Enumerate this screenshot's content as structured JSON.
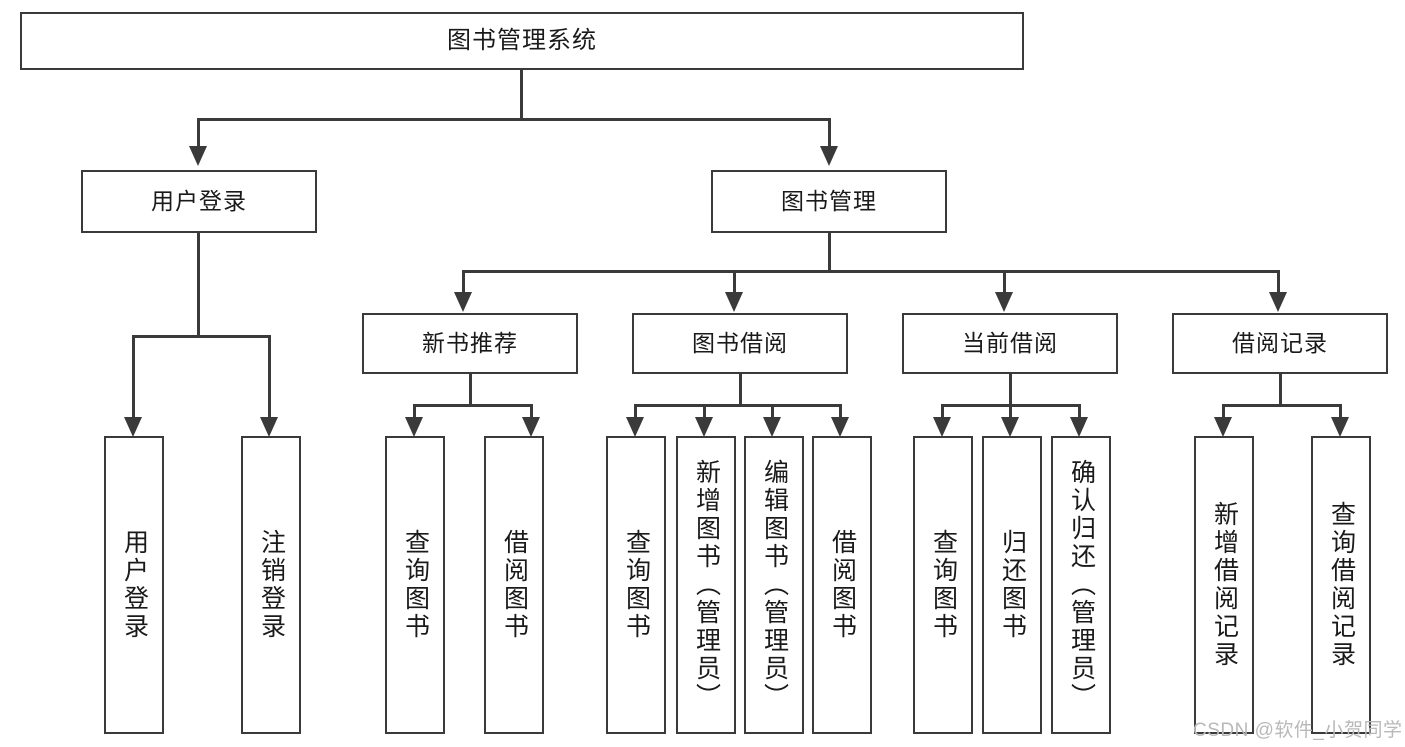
{
  "diagram": {
    "title": "图书管理系统",
    "type": "hierarchical-tree",
    "root": {
      "id": "root",
      "label": "图书管理系统"
    },
    "level2": [
      {
        "id": "user-login",
        "label": "用户登录"
      },
      {
        "id": "book-manage",
        "label": "图书管理"
      }
    ],
    "level3": [
      {
        "id": "new-book-recommend",
        "label": "新书推荐"
      },
      {
        "id": "book-borrow",
        "label": "图书借阅"
      },
      {
        "id": "current-borrow",
        "label": "当前借阅"
      },
      {
        "id": "borrow-record",
        "label": "借阅记录"
      }
    ],
    "leaves": {
      "user_login": [
        {
          "id": "leaf-user-login",
          "label": "用户登录"
        },
        {
          "id": "leaf-logout-login",
          "label": "注销登录"
        }
      ],
      "new_book_recommend": [
        {
          "id": "leaf-query-book-1",
          "label": "查询图书"
        },
        {
          "id": "leaf-borrow-book-1",
          "label": "借阅图书"
        }
      ],
      "book_borrow": [
        {
          "id": "leaf-query-book-2",
          "label": "查询图书"
        },
        {
          "id": "leaf-add-book",
          "label": "新增图书（管理员）"
        },
        {
          "id": "leaf-edit-book",
          "label": "编辑图书（管理员）"
        },
        {
          "id": "leaf-borrow-book-2",
          "label": "借阅图书"
        }
      ],
      "current_borrow": [
        {
          "id": "leaf-query-book-3",
          "label": "查询图书"
        },
        {
          "id": "leaf-return-book",
          "label": "归还图书"
        },
        {
          "id": "leaf-confirm-return",
          "label": "确认归还（管理员）"
        }
      ],
      "borrow_record": [
        {
          "id": "leaf-add-record",
          "label": "新增借阅记录"
        },
        {
          "id": "leaf-query-record",
          "label": "查询借阅记录"
        }
      ]
    }
  },
  "watermark": {
    "text": "CSDN @软件_小贺同学"
  },
  "colors": {
    "stroke": "#3a3a3a",
    "fill": "#ffffff",
    "text": "#1a1a1a",
    "watermark": "#b9b9b9"
  }
}
